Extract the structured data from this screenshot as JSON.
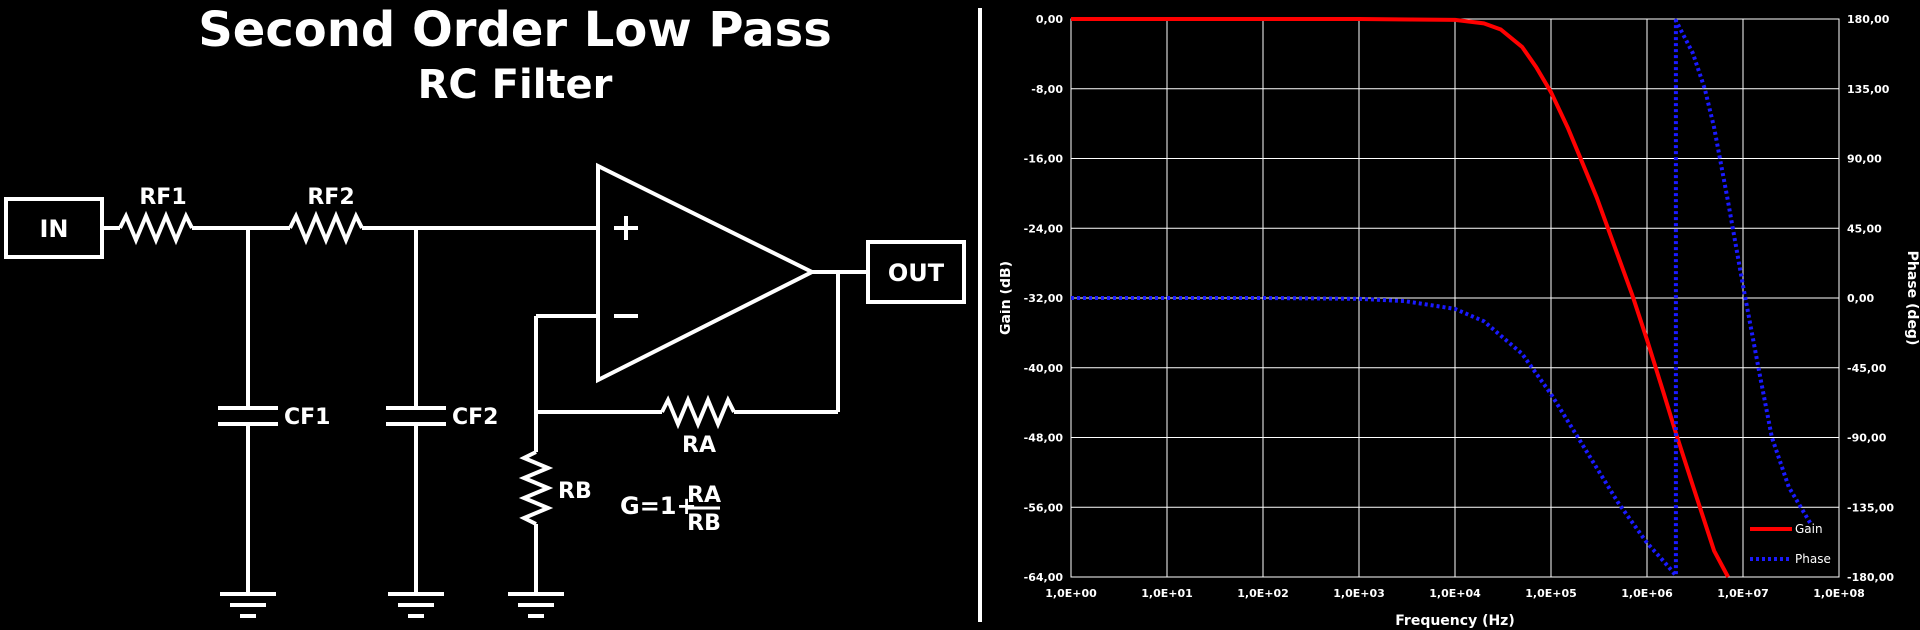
{
  "diagram": {
    "title_line1": "Second Order Low Pass",
    "title_line2": "RC Filter",
    "input_label": "IN",
    "output_label": "OUT",
    "components": {
      "rf1": "RF1",
      "rf2": "RF2",
      "cf1": "CF1",
      "cf2": "CF2",
      "ra": "RA",
      "rb": "RB"
    },
    "opamp": {
      "plus": "+",
      "minus": "−"
    },
    "gain_formula": {
      "prefix": "G=1+",
      "numerator": "RA",
      "denominator": "RB"
    }
  },
  "chart_data": {
    "type": "line",
    "xscale": "log",
    "xlim": [
      1,
      100000000
    ],
    "x_ticks": [
      "1,0E+00",
      "1,0E+01",
      "1,0E+02",
      "1,0E+03",
      "1,0E+04",
      "1,0E+05",
      "1,0E+06",
      "1,0E+07",
      "1,0E+08"
    ],
    "xlabel": "Frequency (Hz)",
    "ylabel_left": "Gain (dB)",
    "ylabel_right": "Phase (deg)",
    "ylim_left": [
      -64,
      0
    ],
    "ylim_right": [
      -180,
      180
    ],
    "y_ticks_left": [
      "0,00",
      "-8,00",
      "-16,00",
      "-24,00",
      "-32,00",
      "-40,00",
      "-48,00",
      "-56,00",
      "-64,00"
    ],
    "y_ticks_right": [
      "180,00",
      "135,00",
      "90,00",
      "45,00",
      "0,00",
      "-45,00",
      "-90,00",
      "-135,00",
      "-180,00"
    ],
    "grid": true,
    "legend_position": "bottom-right",
    "series": [
      {
        "name": "Gain",
        "axis": "left",
        "color": "#ff0000",
        "style": "solid",
        "x": [
          1,
          10,
          100,
          1000,
          10000,
          20000,
          30000,
          50000,
          70000,
          100000,
          150000,
          200000,
          300000,
          500000,
          700000,
          1000000,
          1500000,
          2000000,
          3000000,
          5000000,
          7000000
        ],
        "y": [
          0,
          0,
          0,
          0,
          -0.1,
          -0.5,
          -1.2,
          -3.2,
          -5.5,
          -8.4,
          -12.5,
          -15.8,
          -20.5,
          -27.2,
          -31.6,
          -36.8,
          -43.0,
          -47.5,
          -53.5,
          -61.0,
          -64.0
        ]
      },
      {
        "name": "Phase",
        "axis": "right",
        "color": "#1a1aff",
        "style": "dotted",
        "x": [
          1,
          10,
          100,
          1000,
          3000,
          10000,
          20000,
          50000,
          100000,
          200000,
          500000,
          1000000,
          1500000,
          2000000,
          2000001,
          3000000,
          4000000,
          5000000,
          7000000,
          10000000,
          15000000,
          20000000,
          30000000,
          50000000
        ],
        "y": [
          0,
          0,
          0,
          -0.5,
          -2,
          -7,
          -15,
          -36,
          -62,
          -92,
          -132,
          -158,
          -170,
          -179,
          179,
          158,
          135,
          110,
          62,
          8,
          -50,
          -90,
          -122,
          -145
        ]
      }
    ]
  }
}
